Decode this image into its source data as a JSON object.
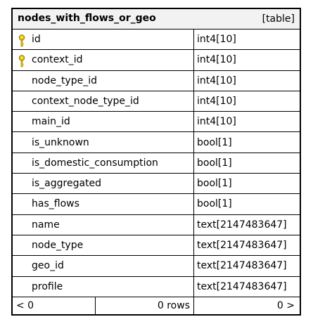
{
  "table": {
    "name": "nodes_with_flows_or_geo",
    "kind": "[table]",
    "columns": [
      {
        "name": "id",
        "type": "int4[10]",
        "key": true
      },
      {
        "name": "context_id",
        "type": "int4[10]",
        "key": true
      },
      {
        "name": "node_type_id",
        "type": "int4[10]",
        "key": false
      },
      {
        "name": "context_node_type_id",
        "type": "int4[10]",
        "key": false
      },
      {
        "name": "main_id",
        "type": "int4[10]",
        "key": false
      },
      {
        "name": "is_unknown",
        "type": "bool[1]",
        "key": false
      },
      {
        "name": "is_domestic_consumption",
        "type": "bool[1]",
        "key": false
      },
      {
        "name": "is_aggregated",
        "type": "bool[1]",
        "key": false
      },
      {
        "name": "has_flows",
        "type": "bool[1]",
        "key": false
      },
      {
        "name": "name",
        "type": "text[2147483647]",
        "key": false
      },
      {
        "name": "node_type",
        "type": "text[2147483647]",
        "key": false
      },
      {
        "name": "geo_id",
        "type": "text[2147483647]",
        "key": false
      },
      {
        "name": "profile",
        "type": "text[2147483647]",
        "key": false
      }
    ]
  },
  "footer": {
    "prev": "< 0",
    "rows": "0 rows",
    "next": "0 >"
  },
  "colors": {
    "header_bg": "#f2f2f2",
    "key_icon": "#e6c200"
  }
}
